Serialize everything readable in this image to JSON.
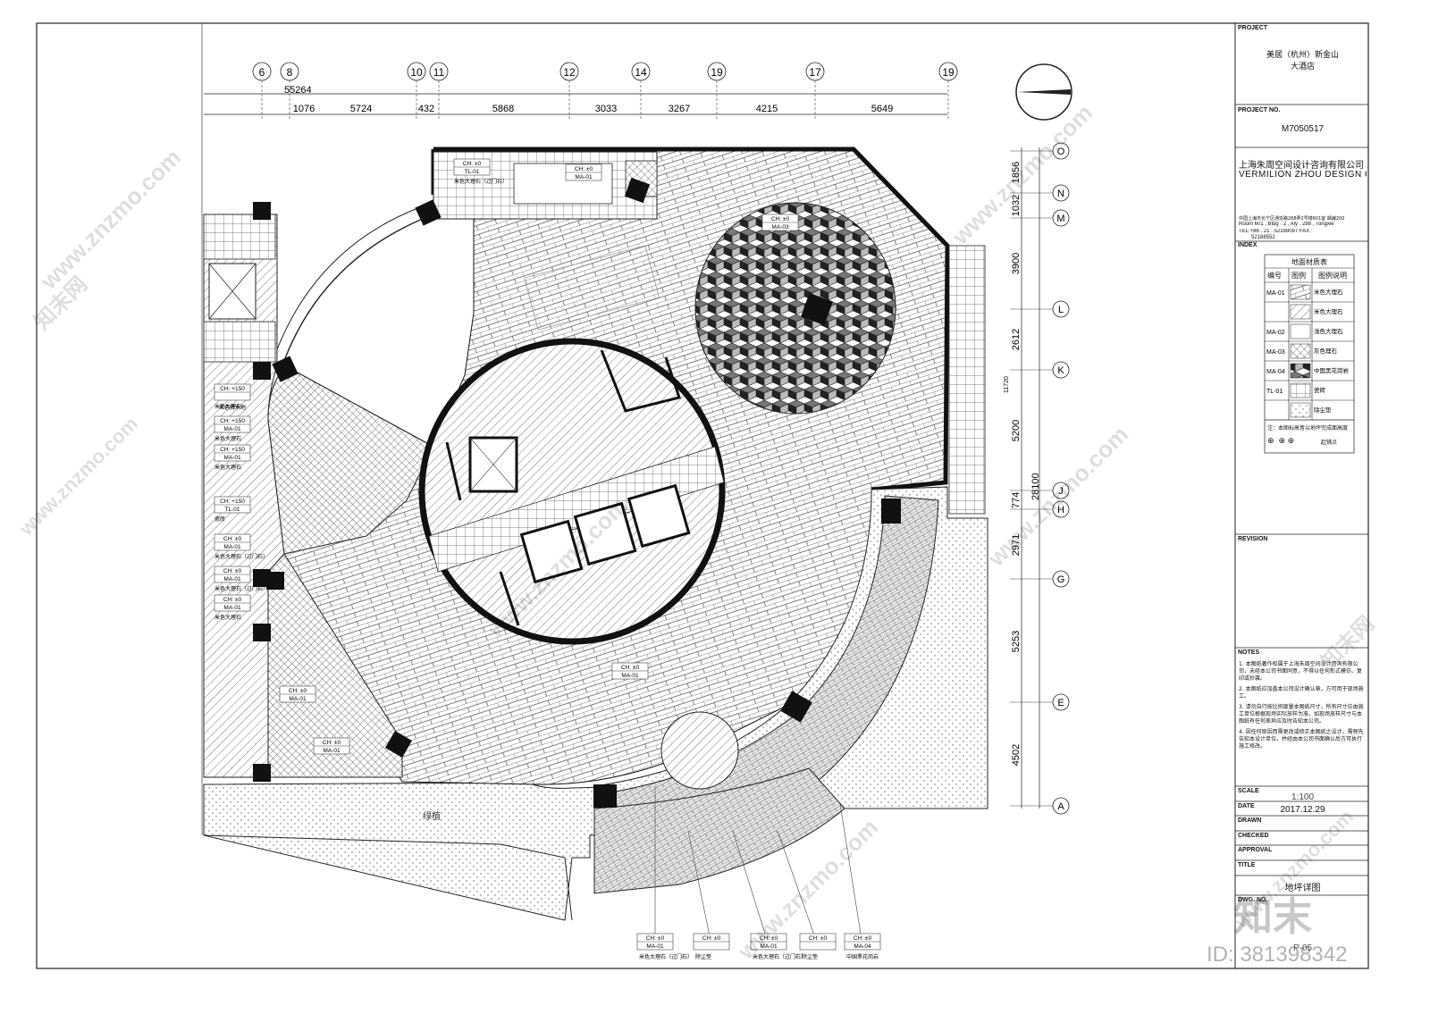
{
  "title_block": {
    "project_label": "PROJECT",
    "project_name_line1": "美居（杭州）新金山",
    "project_name_line2": "大酒店",
    "project_no_label": "PROJECT NO.",
    "project_no": "M7050517",
    "company_cn": "上海朱周空间设计咨询有限公司",
    "company_en": "VERMILION ZHOU DESIGN GRO",
    "address_cn": "中国上海市长宁区通协路288弄2号楼601室 邮编200",
    "address_en1": "Room 601 , Bldg . 2 , Aly . 288 , Tongxie",
    "address_en2": "TEL:+86 . 21 . 52188097          FAX :",
    "address_en3": "52188552",
    "index_label": "INDEX",
    "legend_title": "地面材质表",
    "legend_headers": [
      "编号",
      "图例",
      "图例说明"
    ],
    "legend_rows": [
      {
        "code": "MA-01",
        "desc": "米色大理石",
        "pattern": "brick"
      },
      {
        "code": "",
        "desc": "米色大理石",
        "pattern": "hatch"
      },
      {
        "code": "MA-02",
        "desc": "浅色大理石",
        "pattern": "plain"
      },
      {
        "code": "MA-03",
        "desc": "灰色理石",
        "pattern": "dark"
      },
      {
        "code": "MA-04",
        "desc": "中国黑花岗岩",
        "pattern": "crosshatch"
      },
      {
        "code": "TL-01",
        "desc": "瓷砖",
        "pattern": "grid"
      },
      {
        "code": "",
        "desc": "除尘垫",
        "pattern": "dots"
      }
    ],
    "legend_note": "注：本图标高皆以地坪完成面高度",
    "legend_symbol_label": "起铺点",
    "revision_label": "REVISION",
    "notes_label": "NOTES",
    "notes": [
      "本图纸著作权属于上海朱周空间设计咨询有限公司，未经本公司书面同意，不得以任何形式模仿、复印或抄袭。",
      "本图纸应加盖本公司设计确认章，方可用于现场施工。",
      "请勿自行按比例度量本图纸尺寸，所有尺寸应由施工单位根据现场实际放样为准，如现场放样尺寸与本图纸有任何差异应及时告知本公司。",
      "因任何原因而需更改或修正本图纸之设计，需预先告知本设计单位，并经由本公司书面确认后方可执行施工修改。"
    ],
    "scale_label": "SCALE",
    "scale_value": "1:100",
    "date_label": "DATE",
    "date_value": "2017.12.29",
    "drawn_label": "DRAWN",
    "checked_label": "CHECKED",
    "approval_label": "APPROVAL",
    "title_label": "TITLE",
    "title_value": "地坪详图",
    "dwg_label": "DWG. NO.",
    "dwg_value": "P-05"
  },
  "plan": {
    "top_grid_labels": [
      "6",
      "8",
      "10",
      "11",
      "12",
      "14",
      "19",
      "17",
      "19"
    ],
    "overall_dimension": "55264",
    "top_dimensions": [
      "1076",
      "5724",
      "432",
      "5868",
      "3033",
      "3267",
      "4215",
      "5649"
    ],
    "right_grid_labels": [
      "O",
      "N",
      "M",
      "L",
      "K",
      "J",
      "H",
      "G",
      "E",
      "A"
    ],
    "right_dimensions": [
      "1856",
      "1032",
      "3900",
      "2612",
      "5200",
      "774",
      "2971",
      "5253",
      "4502"
    ],
    "right_overall_dimension": "28100",
    "right_sub_dimension": "11720",
    "tags": [
      {
        "ch": "CH: ±0",
        "code": "TL-01",
        "note": "米色大理石（过门石）"
      },
      {
        "ch": "CH: ±0",
        "code": "MA-01",
        "note": ""
      },
      {
        "ch": "CH: ±0",
        "code": "MA-03",
        "note": ""
      },
      {
        "ch": "CH: +150",
        "code": "",
        "note": "米色大理石"
      },
      {
        "ch": "CH: +150",
        "code": "MA-01",
        "note": "米色大理石"
      },
      {
        "ch": "CH: +150",
        "code": "MA-01",
        "note": "米色大理石"
      },
      {
        "ch": "CH: +150",
        "code": "TL-01",
        "note": "瓷砖"
      },
      {
        "ch": "CH: ±0",
        "code": "MA-01",
        "note": "米色大理石（过门石）"
      },
      {
        "ch": "CH: ±0",
        "code": "MA-01",
        "note": "米色大理石（过门石）"
      },
      {
        "ch": "CH: ±0",
        "code": "MA-01",
        "note": "米色大理石"
      },
      {
        "ch": "CH: ±0",
        "code": "MA-01",
        "note": ""
      },
      {
        "ch": "CH: ±0",
        "code": "MA-01",
        "note": ""
      },
      {
        "ch": "CH: ±0",
        "code": "MA-01",
        "note": ""
      }
    ],
    "bottom_tags": [
      {
        "ch": "CH: ±0",
        "code": "MA-01",
        "note": "米色大理石（过门石）"
      },
      {
        "ch": "CH: ±0",
        "code": "",
        "note": "除尘垫"
      },
      {
        "ch": "CH: ±0",
        "code": "MA-01",
        "note": "米色大理石（过门石）"
      },
      {
        "ch": "CH: ±0",
        "code": "",
        "note": "除尘垫"
      },
      {
        "ch": "CH: ±0",
        "code": "MA-04",
        "note": "中国黑花岗岩"
      }
    ],
    "green_label": "绿植",
    "left_strip_label": "米色拼木地"
  },
  "watermarks": {
    "site": "www.znzmo.com",
    "brand": "知末网",
    "logo": "知末",
    "id_text": "ID: 381398342"
  }
}
